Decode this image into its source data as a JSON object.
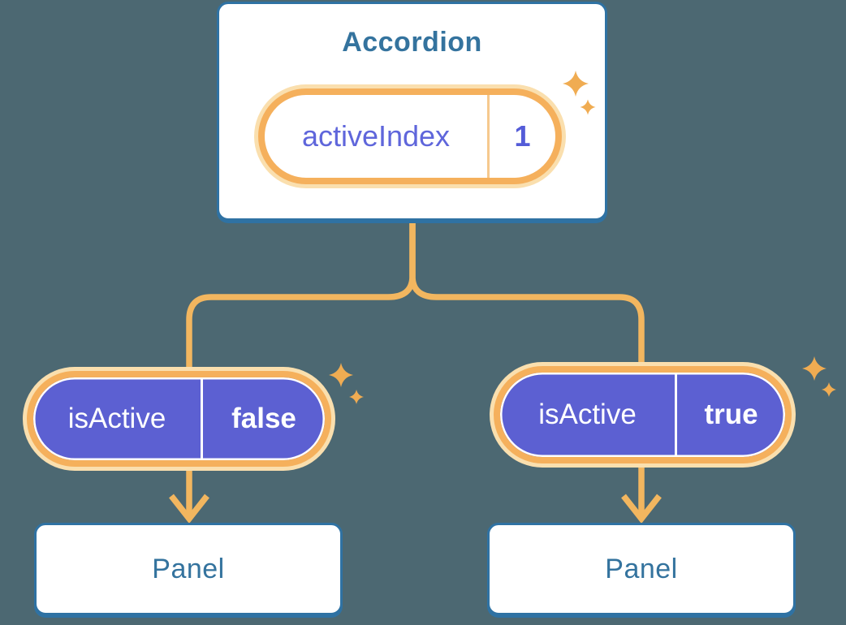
{
  "theme": {
    "bg": "#4C6872",
    "box-border": "#2F72A3",
    "blue-text": "#34739E",
    "orange-line": "#F2B65F",
    "ring-orange": "#F5B05C",
    "ring-pale": "#FADFAE",
    "divider-orange": "#F6C98E",
    "purple-fill": "#5C60D2",
    "purple-text": "#5F66DB",
    "purple-value": "#545CD8",
    "sparkle": "#F0AC52",
    "white": "#FFFFFF"
  },
  "accordion": {
    "title": "Accordion",
    "state": {
      "label": "activeIndex",
      "value": "1"
    }
  },
  "children": [
    {
      "prop": {
        "label": "isActive",
        "value": "false"
      },
      "panel_title": "Panel"
    },
    {
      "prop": {
        "label": "isActive",
        "value": "true"
      },
      "panel_title": "Panel"
    }
  ]
}
